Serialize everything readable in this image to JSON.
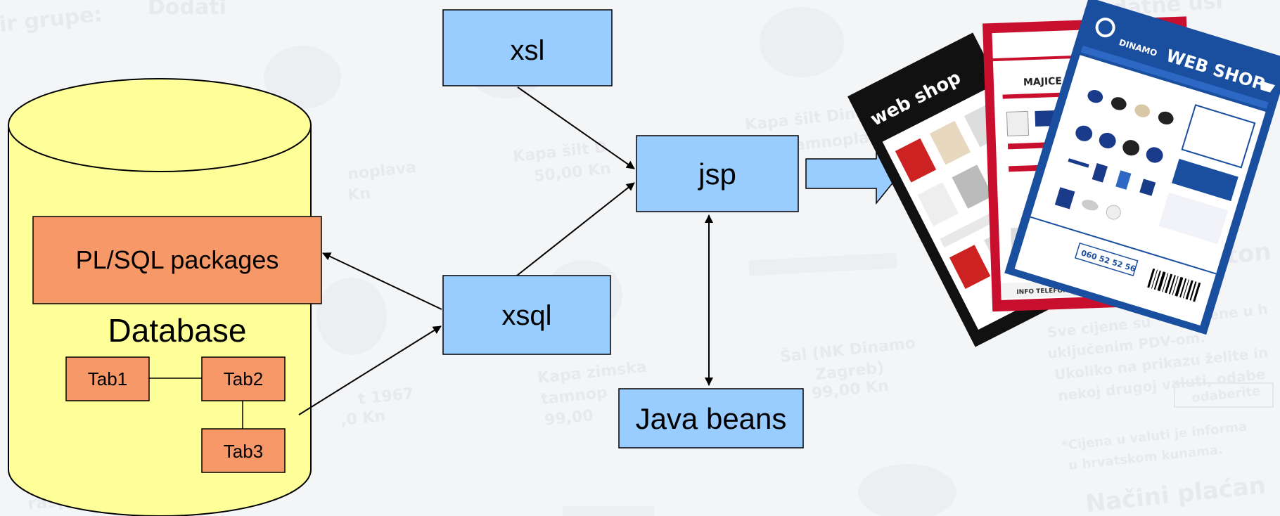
{
  "colors": {
    "database_fill": "#ffff99",
    "orange_box": "#f79868",
    "blue_box": "#99ccff",
    "page_background": "#f4f5f7",
    "webshop_blue": "#1a4fa0",
    "webshop_red": "#c8102e",
    "webshop_black": "#111111"
  },
  "database": {
    "label": "Database",
    "packages_label": "PL/SQL packages",
    "tables": [
      "Tab1",
      "Tab2",
      "Tab3"
    ]
  },
  "boxes": {
    "xsl": "xsl",
    "xsql": "xsql",
    "jsp": "jsp",
    "java_beans": "Java beans"
  },
  "output_preview": {
    "black_page_title": "web shop",
    "blue_page_title": "WEB SHOP",
    "blue_page_brand": "DINAMO",
    "red_page_heading": "MAJICE",
    "phone": "060 52 52 56",
    "info_label": "INFO TELEFON"
  },
  "background_text": [
    "ir grupe:",
    "Dodati",
    "Kapa šilt Dinamo",
    "tamnoplava",
    "Kapa šilt D",
    "50,00 Kn",
    "noplava",
    "Kn",
    "Kapa zimska",
    "tamnop",
    "99,00",
    "t 1967",
    ",0 Kn",
    "Šal (NK Dinamo",
    "Zagreb)",
    "99,00 Kn",
    "Sve cijene su",
    "ene u h",
    "uključenim PDV-om.",
    "Ukoliko na prikazu želite in",
    "nekoj drugoj valuti, odabe",
    "odaberite",
    "*Cijena u valuti je informa",
    "u hrvatskom kunama.",
    "Načini plaćan",
    "vaton",
    "rasp",
    "dodatne usl"
  ]
}
